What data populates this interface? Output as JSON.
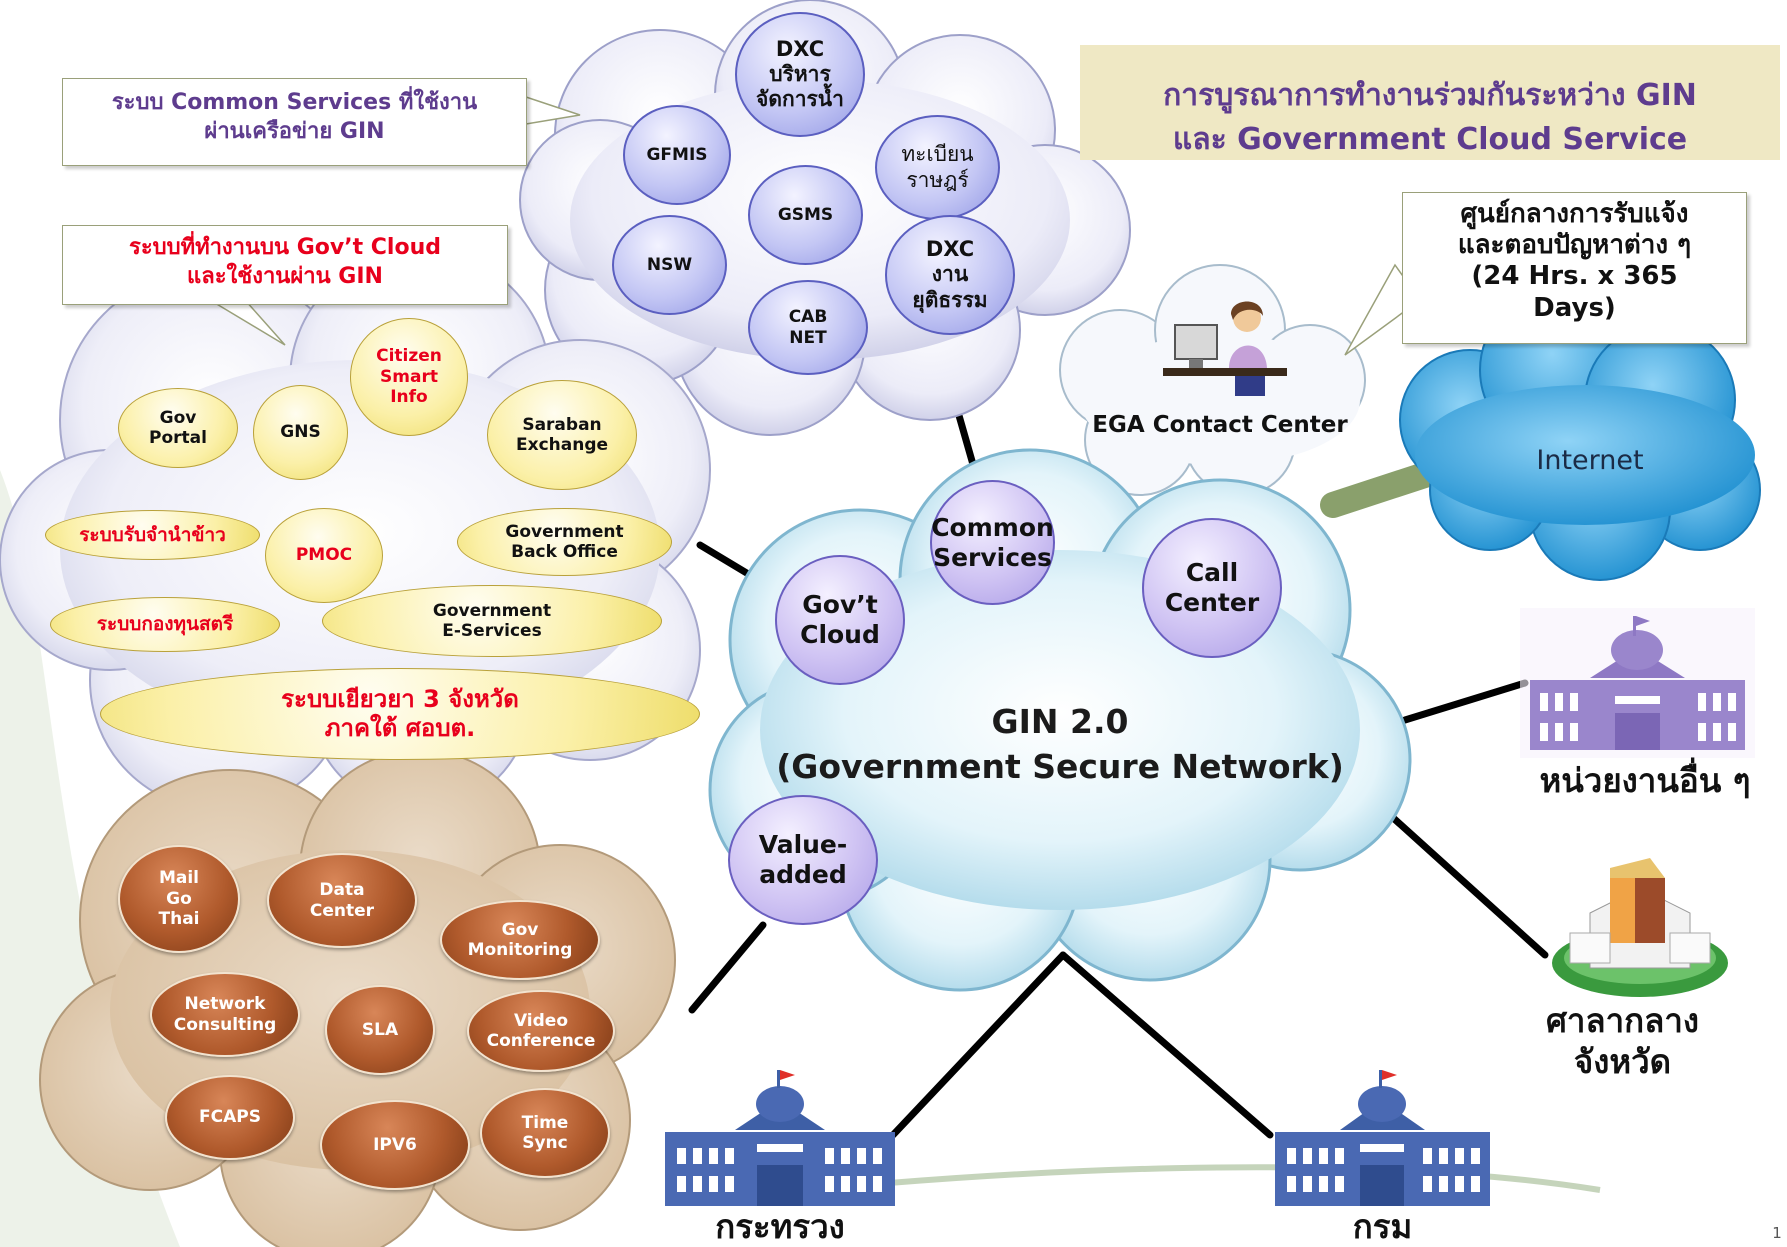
{
  "title": {
    "line1": "การบูรณาการทำงานร่วมกันระหว่าง GIN",
    "line2": "และ Government Cloud Service"
  },
  "callouts": {
    "common": "ระบบ Common Services ที่ใช้งาน\nผ่านเครือข่าย GIN",
    "govcloud": "ระบบที่ทำงานบน Gov’t Cloud\nและใช้งานผ่าน GIN",
    "contact": "ศูนย์กลางการรับแจ้ง\nและตอบปัญหาต่าง ๆ\n(24 Hrs. x 365\nDays)"
  },
  "common_services": {
    "dxc_water": "DXC\nบริหาร\nจัดการน้ำ",
    "gfmis": "GFMIS",
    "registry": "ทะเบียน\nราษฎร์",
    "gsms": "GSMS",
    "nsw": "NSW",
    "dxc_justice": "DXC\nงาน\nยุติธรรม",
    "cabnet": "CAB\nNET"
  },
  "gov_cloud_systems": {
    "citizen": "Citizen\nSmart\nInfo",
    "portal": "Gov\nPortal",
    "gns": "GNS",
    "saraban": "Saraban\nExchange",
    "rice": "ระบบรับจำนำข้าว",
    "pmoc": "PMOC",
    "backoffice": "Government\nBack Office",
    "women": "ระบบกองทุนสตรี",
    "eservices": "Government\nE-Services",
    "relief": "ระบบเยียวยา 3 จังหวัด\nภาคใต้ ศอบต."
  },
  "value_added": {
    "mail": "Mail\nGo\nThai",
    "datacenter": "Data\nCenter",
    "monitoring": "Gov\nMonitoring",
    "consulting": "Network\nConsulting",
    "sla": "SLA",
    "video": "Video\nConference",
    "fcaps": "FCAPS",
    "ipv6": "IPV6",
    "timesync": "Time\nSync"
  },
  "hubs": {
    "govcloud": "Gov’t\nCloud",
    "common": "Common\nServices",
    "callcenter": "Call\nCenter",
    "valueadded": "Value-\nadded"
  },
  "gin": {
    "line1": "GIN 2.0",
    "line2": "(Government  Secure Network)"
  },
  "contact_center": "EGA Contact Center",
  "internet": "Internet",
  "nodes": {
    "other": "หน่วยงานอื่น ๆ",
    "province": "ศาลากลาง\nจังหวัด",
    "ministry": "กระทรวง",
    "department": "กรม"
  },
  "page_number": "1",
  "colors": {
    "title_bg": "#efe8c4",
    "title_text": "#5e3c8e",
    "callout_text": "#5e3c8e",
    "red_text": "#e8001c",
    "gin_cloud": "#cbeaf4",
    "internet_cloud": "#3aa9e2",
    "services_cloud": "#e6e7f6",
    "value_cloud": "#e3cdb2",
    "building_blue": "#3e5fa6",
    "building_purple": "#8e78c4"
  }
}
